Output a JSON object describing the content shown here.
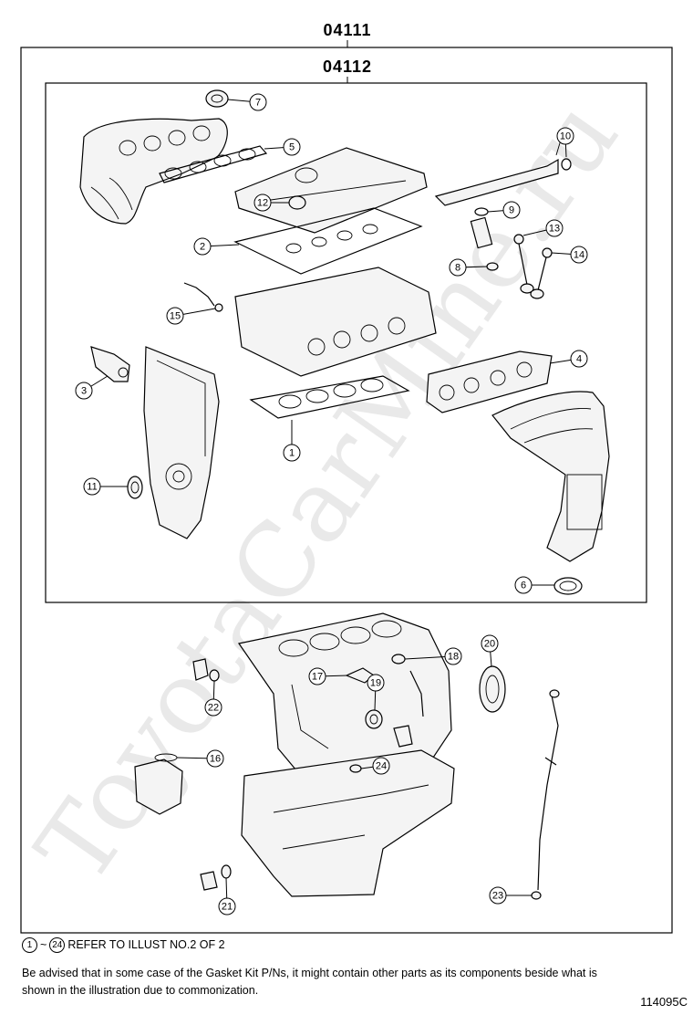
{
  "kits": {
    "outer_code": "04111",
    "inner_code": "04112"
  },
  "callouts": [
    "1",
    "2",
    "3",
    "4",
    "5",
    "6",
    "7",
    "8",
    "9",
    "10",
    "11",
    "12",
    "13",
    "14",
    "15",
    "16",
    "17",
    "18",
    "19",
    "20",
    "21",
    "22",
    "23",
    "24"
  ],
  "notes": {
    "refer_start": "1",
    "refer_tilde": "~",
    "refer_end": "24",
    "refer_text": "REFER TO ILLUST NO.2 OF 2",
    "advisory": "Be advised that in some case of the Gasket Kit P/Ns,  it might contain other parts as its components beside what is shown in the illustration due to commonization."
  },
  "drawing_number": "114095C",
  "watermark": "ToyotaCarMine.ru"
}
